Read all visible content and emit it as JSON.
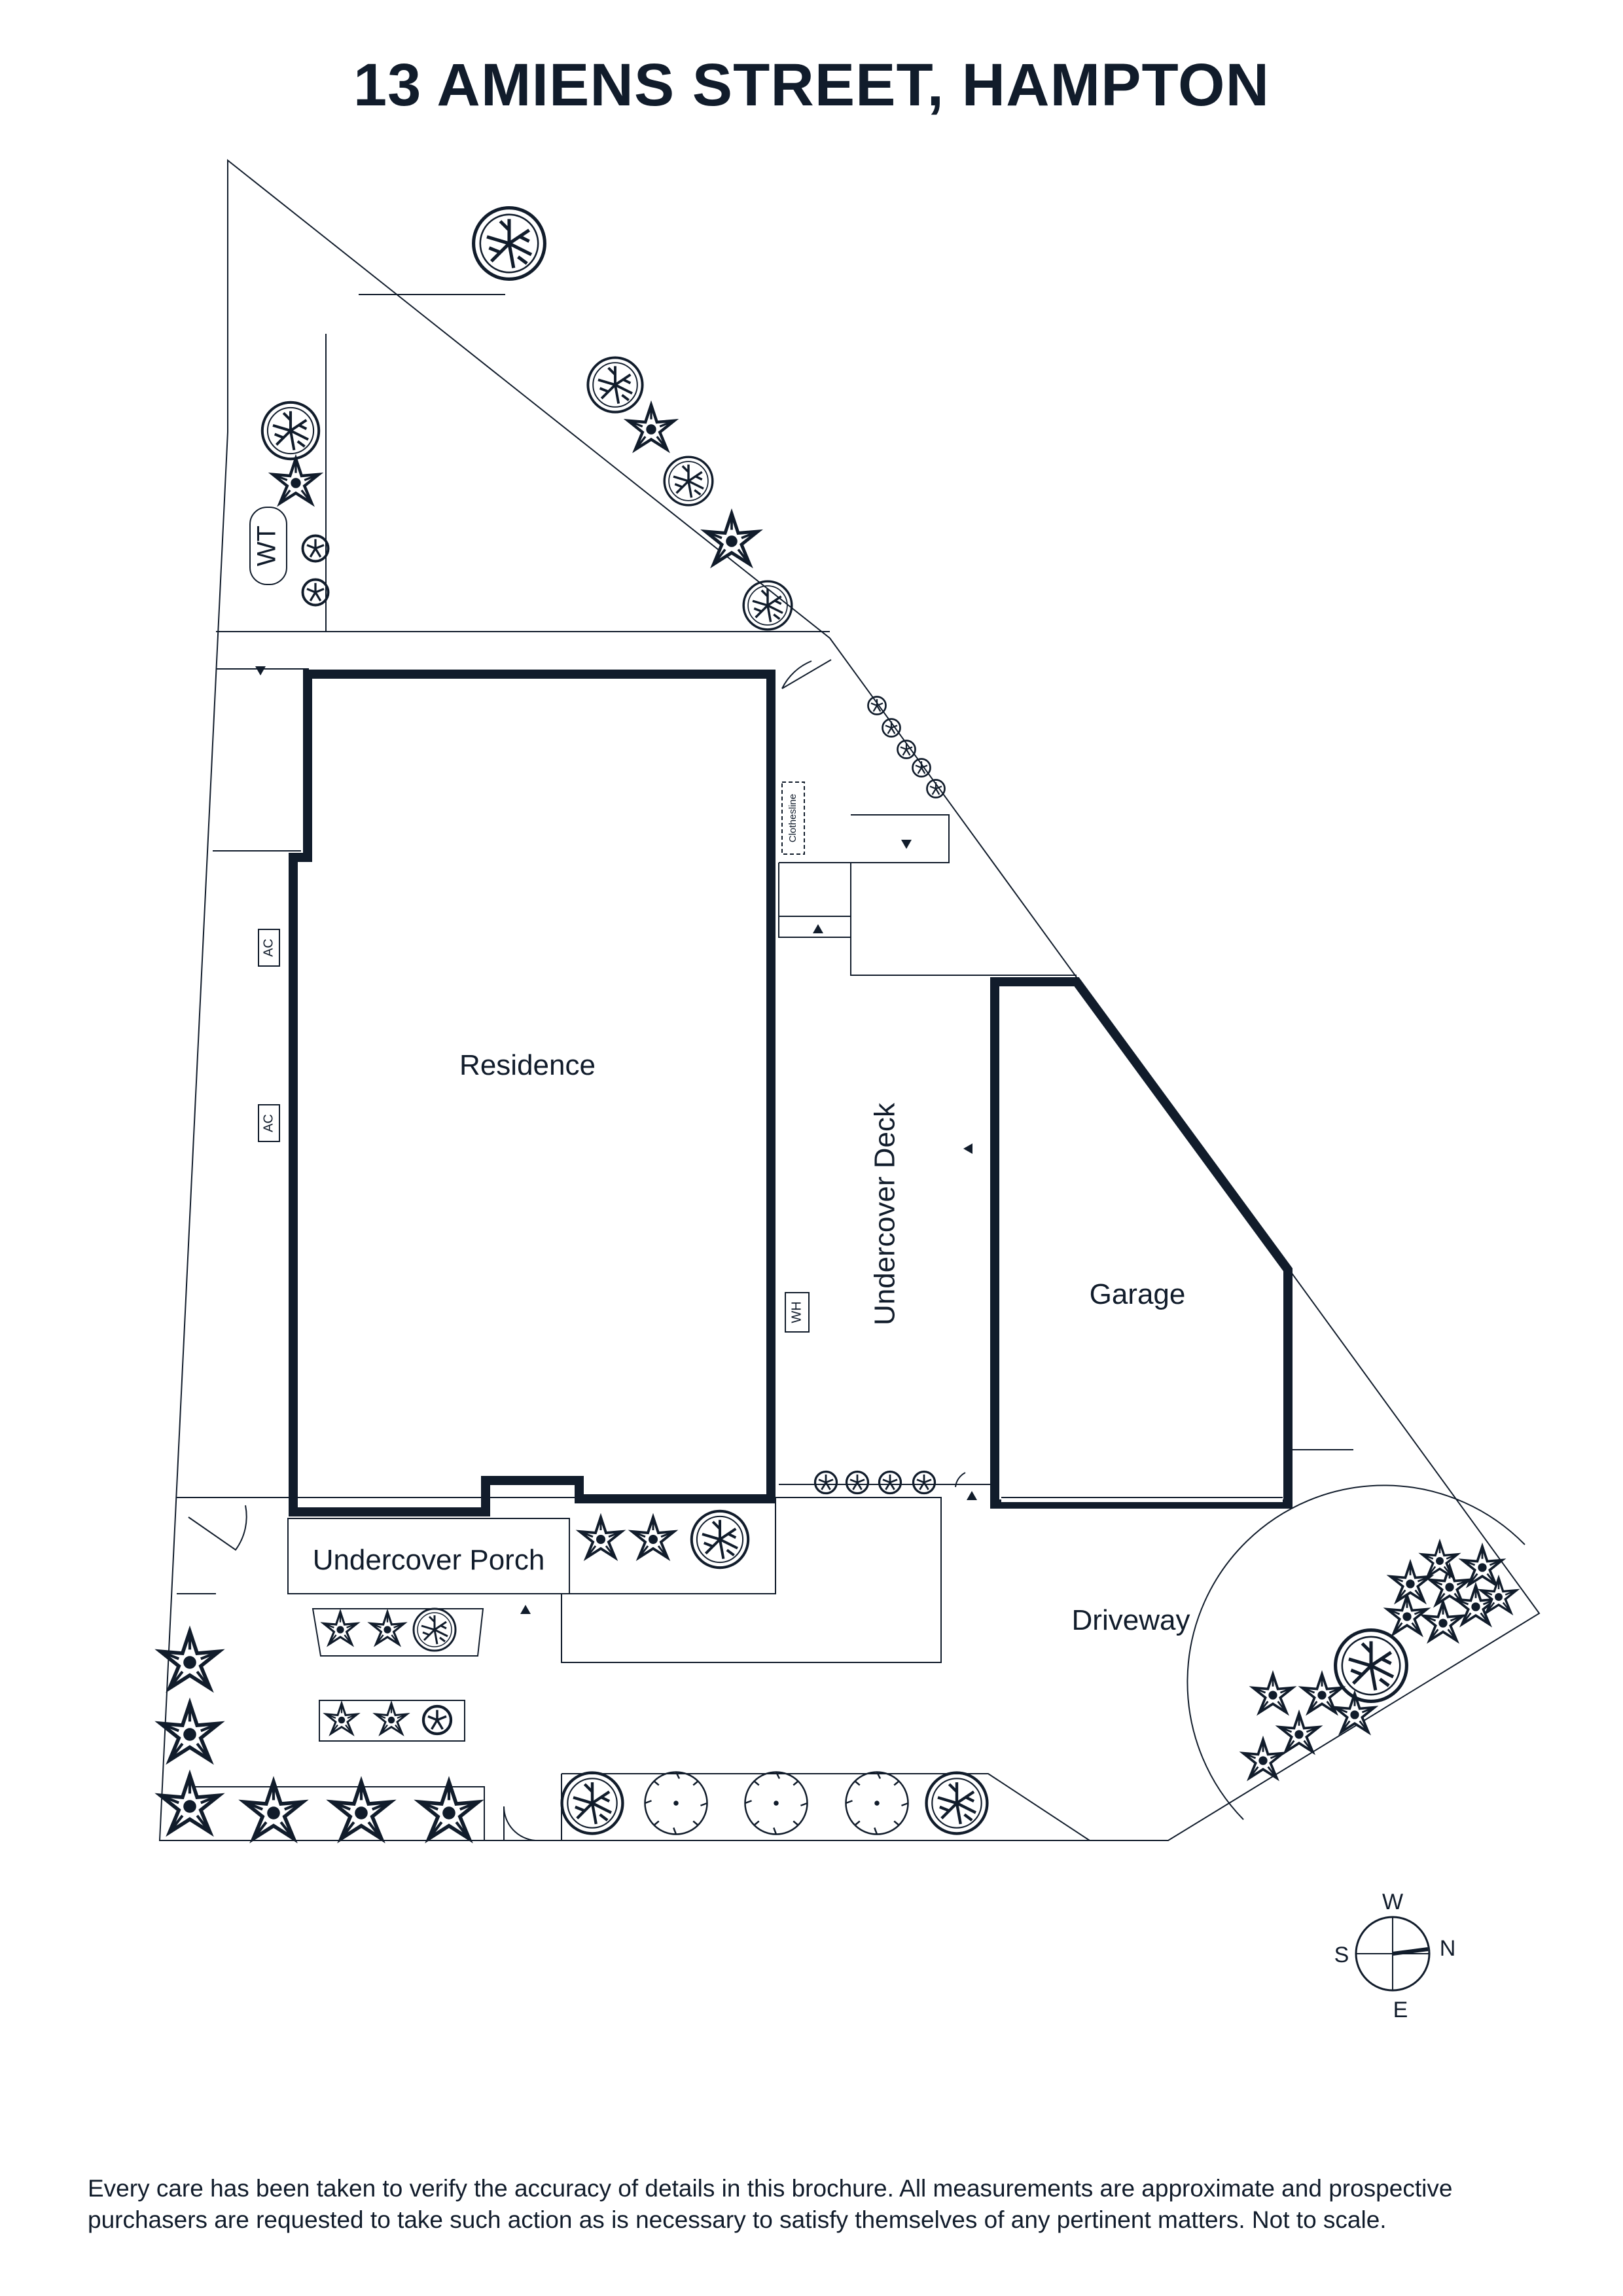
{
  "page": {
    "title": "13 AMIENS STREET, HAMPTON"
  },
  "rooms": {
    "residence": "Residence",
    "undercover_deck": "Undercover Deck",
    "garage": "Garage",
    "undercover_porch": "Undercover Porch",
    "driveway": "Driveway"
  },
  "fixtures": {
    "water_tank": "WT",
    "air_conditioner": "AC",
    "water_heater": "WH",
    "clothesline": "Clothesline"
  },
  "compass": {
    "north": "N",
    "south": "S",
    "east": "E",
    "west": "W"
  },
  "footer": {
    "disclaimer_line1": "Every care has been taken to verify the accuracy of details in this brochure. All measurements are approximate and prospective",
    "disclaimer_line2": "purchasers are requested to take such action as is necessary to satisfy themselves of any pertinent matters. Not to scale."
  },
  "colors": {
    "ink": "#111c2b",
    "background": "#ffffff"
  }
}
